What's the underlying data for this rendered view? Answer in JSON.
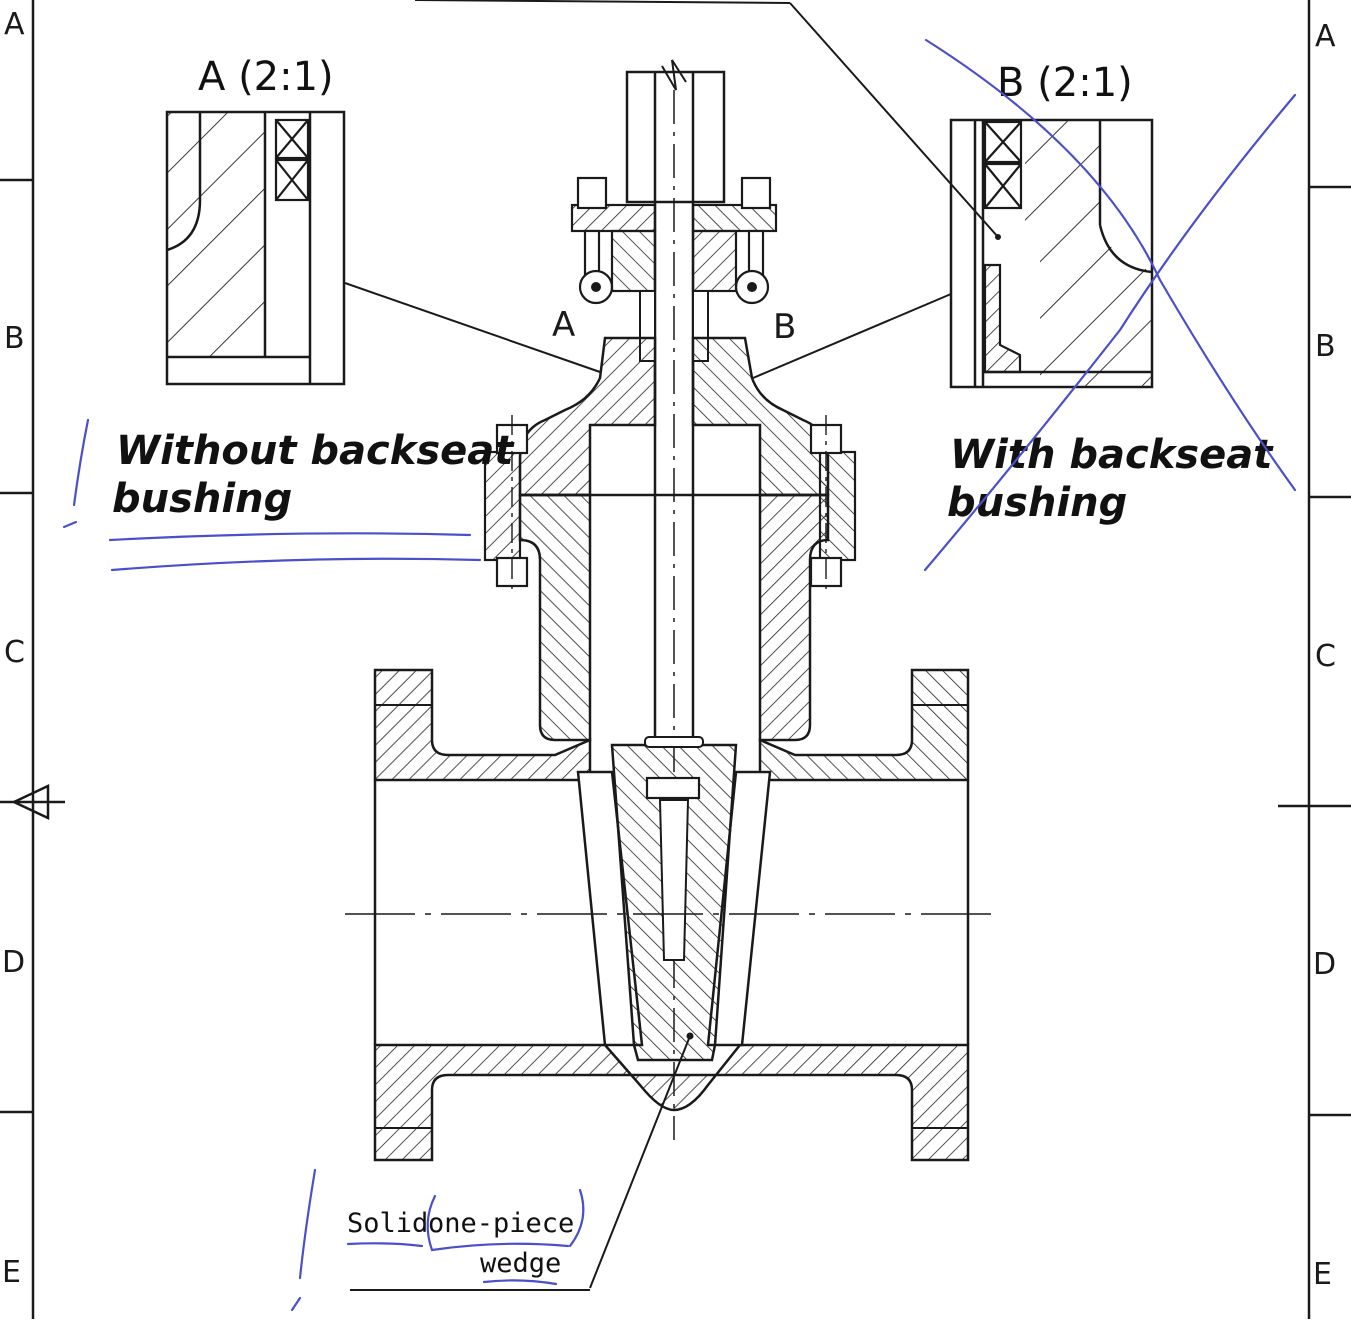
{
  "zones": {
    "left": [
      "A",
      "B",
      "C",
      "D",
      "E"
    ],
    "right": [
      "A",
      "B",
      "C",
      "D",
      "E"
    ]
  },
  "details": {
    "a_title": "A (2:1)",
    "b_title": "B (2:1)"
  },
  "callouts": {
    "a": "A",
    "b": "B"
  },
  "notes": {
    "without_line1": "Without backseat",
    "without_line2": "bushing",
    "with_line1": "With backseat",
    "with_line2": "bushing"
  },
  "wedge_label": {
    "line1_part1": "Solid",
    "line1_part2": "one-piece",
    "line2": "wedge"
  },
  "colors": {
    "drawing": "#1a1a1a",
    "annotation_ink": "#4b4fc9",
    "paper": "#ffffff"
  }
}
